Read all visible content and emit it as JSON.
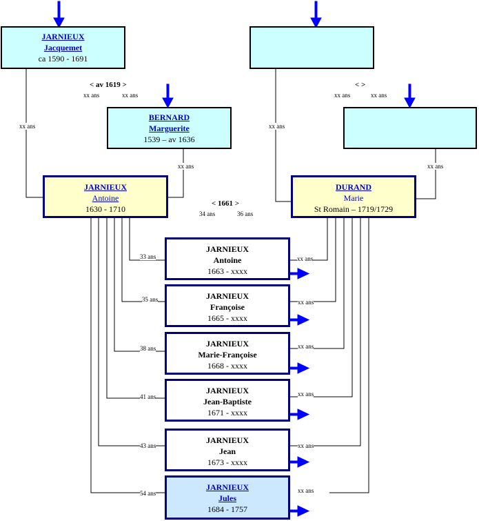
{
  "grandparents": {
    "paternal_father": {
      "surname": "JARNIEUX",
      "given": "Jacquemet",
      "dates": "ca 1590 - 1691"
    },
    "paternal_mother": {
      "surname": "BERNARD",
      "given": "Marguerite",
      "dates": "1539 – av 1636"
    },
    "maternal_father": {
      "surname": "",
      "given": "",
      "dates": ""
    },
    "maternal_mother": {
      "surname": "",
      "given": "",
      "dates": ""
    }
  },
  "parents": {
    "father": {
      "surname": "JARNIEUX",
      "given": "Antoine",
      "dates": "1630 - 1710"
    },
    "mother": {
      "surname": "DURAND",
      "given": "Marie",
      "dates": "St Romain – 1719/1729"
    }
  },
  "marriages": {
    "paternal": {
      "label": "< av 1619 >",
      "age_left": "xx ans",
      "age_right": "xx ans"
    },
    "maternal": {
      "label": "<  >",
      "age_left": "xx ans",
      "age_right": "xx ans"
    },
    "parents": {
      "label": "< 1661 >",
      "age_left": "34 ans",
      "age_right": "36 ans"
    }
  },
  "ages": {
    "gp_father_left": "xx ans",
    "gp_mother_right": "xx ans",
    "gm_father_left": "xx ans",
    "gm_mother_right": "xx ans"
  },
  "children": [
    {
      "surname": "JARNIEUX",
      "given": "Antoine",
      "dates": "1663 - xxxx",
      "father_age": "33 ans",
      "mother_age": "xx ans"
    },
    {
      "surname": "JARNIEUX",
      "given": "Françoise",
      "dates": "1665 - xxxx",
      "father_age": "35 ans",
      "mother_age": "xx ans"
    },
    {
      "surname": "JARNIEUX",
      "given": "Marie-Françoise",
      "dates": "1668 - xxxx",
      "father_age": "38 ans",
      "mother_age": "xx ans"
    },
    {
      "surname": "JARNIEUX",
      "given": "Jean-Baptiste",
      "dates": "1671 - xxxx",
      "father_age": "41 ans",
      "mother_age": "xx ans"
    },
    {
      "surname": "JARNIEUX",
      "given": "Jean",
      "dates": "1673 - xxxx",
      "father_age": "43 ans",
      "mother_age": "xx ans"
    },
    {
      "surname": "JARNIEUX",
      "given": "Jules",
      "dates": "1684 - 1757",
      "father_age": "54 ans",
      "mother_age": "xx ans"
    }
  ],
  "colors": {
    "arrow": "#0000ff",
    "border": "#00007f",
    "link": "#0000cc"
  }
}
